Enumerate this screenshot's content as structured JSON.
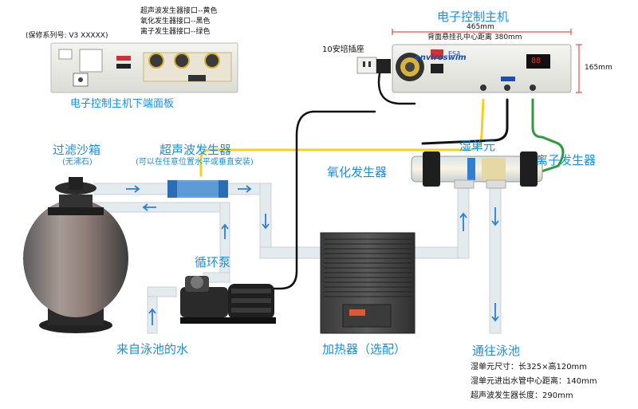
{
  "labels": {
    "port_yellow": "超声波发生器接口--黄色",
    "port_black": "氧化发生器接口--黑色",
    "port_green": "离子发生器接口--绿色",
    "serial": "(保修系列号: V3 XXXXX)",
    "bottom_panel": "电子控制主机下端面板",
    "main_unit": "电子控制主机",
    "width_dim": "465mm",
    "mount_dim": "背面悬挂孔中心距离 380mm",
    "height_dim": "165mm",
    "socket": "10安培插座",
    "filter": "过滤沙箱",
    "filter_note": "(无沸石)",
    "ultrasonic": "超声波发生器",
    "ultrasonic_note": "(可以在任意位置水平或垂直安装)",
    "cell": "湿单元",
    "ion": "离子发生器",
    "oxidizer": "氧化发生器",
    "pump": "循环泵",
    "from_pool": "来自泳池的水",
    "heater": "加热器（选配）",
    "to_pool": "通往泳池",
    "spec1": "湿单元尺寸：长325×高120mm",
    "spec2": "湿单元进出水管中心距离：140mm",
    "spec3": "超声波发生器长度：290mm",
    "brand": "enviroswim",
    "panel_model": "ES3",
    "panel_display": "88"
  },
  "colors": {
    "label_blue": "#1b8fd6",
    "yellow_wire": "#f2d21b",
    "green_wire": "#2f9a3a",
    "pipe": "#e4ebee",
    "dim_red": "#d93025"
  },
  "icons": [
    "flow-arrow-icon",
    "power-plug-icon"
  ]
}
